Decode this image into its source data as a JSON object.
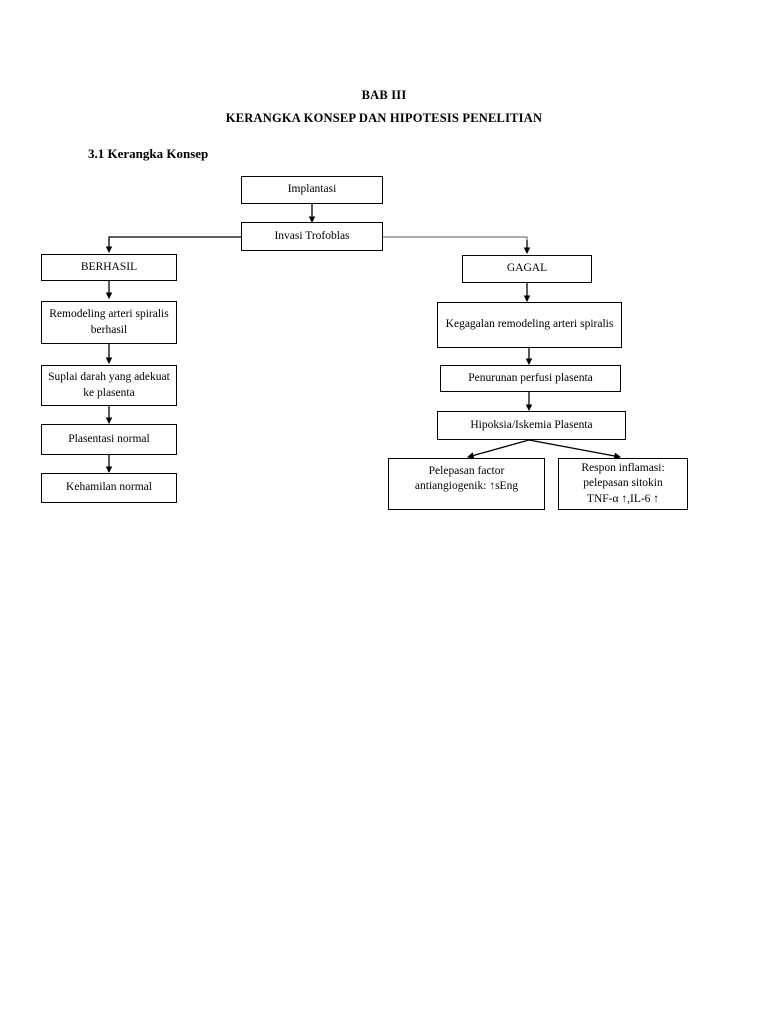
{
  "document": {
    "chapter_title": "BAB III",
    "doc_title": "KERANGKA KONSEP DAN HIPOTESIS PENELITIAN",
    "section_heading": "3.1 Kerangka Konsep"
  },
  "diagram": {
    "type": "flowchart",
    "nodes": {
      "implantasi": "Implantasi",
      "invasi_trofoblas": "Invasi Trofoblas",
      "berhasil": "BERHASIL",
      "gagal": "GAGAL",
      "remodeling_berhasil": "Remodeling arteri spiralis berhasil",
      "kegagalan_remodeling": "Kegagalan remodeling arteri spiralis",
      "suplai_darah": "Suplai darah yang adekuat ke plasenta",
      "penurunan_perfusi": "Penurunan perfusi plasenta",
      "plasentasi_normal": "Plasentasi normal",
      "hipoksia_iskemia": "Hipoksia/Iskemia Plasenta",
      "kehamilan_normal": "Kehamilan normal",
      "pelepasan_factor_line1": "Pelepasan factor",
      "pelepasan_factor_line2": "antiangiogenik: ↑sEng",
      "respon_inflamasi_line1": "Respon inflamasi:",
      "respon_inflamasi_line2": "pelepasan sitokin",
      "respon_inflamasi_line3": "TNF-α ↑,IL-6 ↑"
    },
    "edges": [
      {
        "from": "implantasi",
        "to": "invasi_trofoblas"
      },
      {
        "from": "invasi_trofoblas",
        "to": "berhasil"
      },
      {
        "from": "invasi_trofoblas",
        "to": "gagal"
      },
      {
        "from": "berhasil",
        "to": "remodeling_berhasil"
      },
      {
        "from": "remodeling_berhasil",
        "to": "suplai_darah"
      },
      {
        "from": "suplai_darah",
        "to": "plasentasi_normal"
      },
      {
        "from": "plasentasi_normal",
        "to": "kehamilan_normal"
      },
      {
        "from": "gagal",
        "to": "kegagalan_remodeling"
      },
      {
        "from": "kegagalan_remodeling",
        "to": "penurunan_perfusi"
      },
      {
        "from": "penurunan_perfusi",
        "to": "hipoksia_iskemia"
      },
      {
        "from": "hipoksia_iskemia",
        "to": "pelepasan_factor"
      },
      {
        "from": "hipoksia_iskemia",
        "to": "respon_inflamasi"
      }
    ],
    "colors": {
      "border": "#000000",
      "connector": "#000000",
      "background": "#ffffff",
      "text": "#000000"
    }
  }
}
